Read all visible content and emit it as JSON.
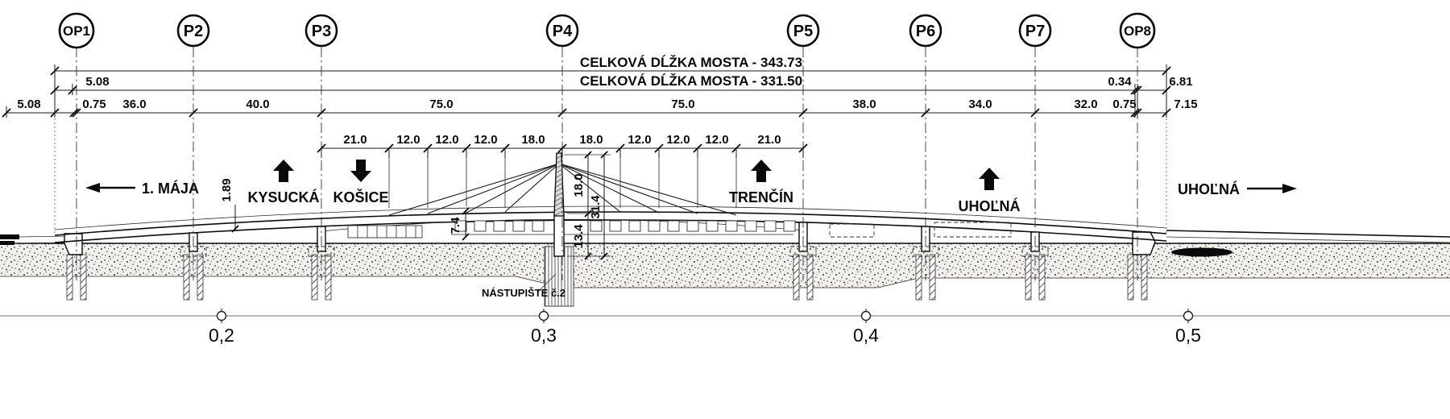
{
  "piers": {
    "labels": [
      "OP1",
      "P2",
      "P3",
      "P4",
      "P5",
      "P6",
      "P7",
      "OP8"
    ]
  },
  "dim_rows": {
    "total_upper": "CELKOVÁ DĹŽKA MOSTA - 343.73",
    "total_lower": "CELKOVÁ DĹŽKA MOSTA - 331.50",
    "row2_left": "5.08",
    "row2_right_a": "0.34",
    "row2_right_b": "6.81",
    "row3": [
      "5.08",
      "0.75",
      "36.0",
      "40.0",
      "75.0",
      "75.0",
      "38.0",
      "34.0",
      "32.0",
      "0.75",
      "7.15"
    ],
    "row4": [
      "21.0",
      "12.0",
      "12.0",
      "12.0",
      "18.0",
      "18.0",
      "12.0",
      "12.0",
      "12.0",
      "21.0"
    ],
    "vert_189": "1.89",
    "vert_74": "7.4",
    "vert_180": "18.0",
    "vert_314": "31.4",
    "vert_134": "13.4"
  },
  "directions": {
    "maja": "1. MÁJA",
    "kysucka": "KYSUCKÁ",
    "kosice": "KOŠICE",
    "trencin": "TRENČÍN",
    "uholna_mid": "UHOĽNÁ",
    "uholna_right": "UHOĽNÁ"
  },
  "annotations": {
    "platform": "NÁSTUPIŠTE č.2"
  },
  "stations": {
    "labels": [
      "0,2",
      "0,3",
      "0,4",
      "0,5"
    ]
  }
}
